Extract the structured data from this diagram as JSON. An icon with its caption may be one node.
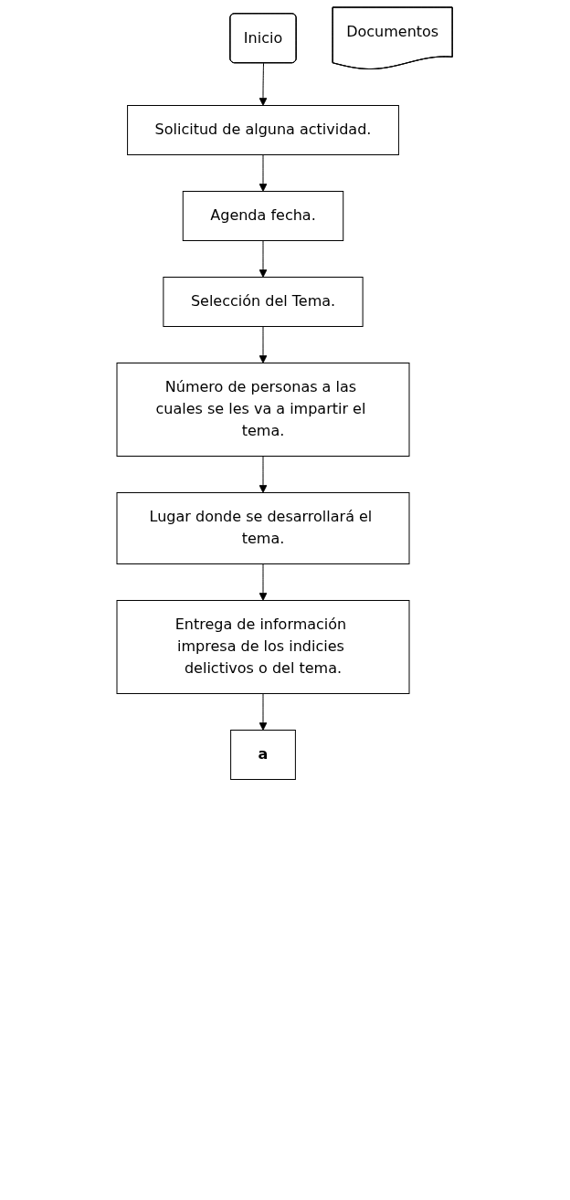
{
  "diagram": {
    "nodes": [
      {
        "text": [
          "Inicio"
        ]
      },
      {
        "text": [
          "Solicitud de alguna actividad."
        ]
      },
      {
        "text": [
          "Agenda fecha."
        ]
      },
      {
        "text": [
          "Selección del Tema."
        ]
      },
      {
        "text": [
          "Número de personas a las cuales se les va a impartir el tema."
        ]
      },
      {
        "text": [
          "Lugar donde se desarrollará el tema."
        ]
      },
      {
        "text": [
          "Entrega de información impresa de los indicies delictivos o del tema."
        ]
      },
      {
        "text": [
          "a"
        ]
      },
      {
        "text": [
          "Documentos"
        ]
      }
    ],
    "edges": [
      {
        "from": 0,
        "to": 1,
        "arrow": "to"
      },
      {
        "from": 1,
        "to": 2,
        "arrow": "to"
      },
      {
        "from": 2,
        "to": 3,
        "arrow": "to"
      },
      {
        "from": 3,
        "to": 4,
        "arrow": "to"
      },
      {
        "from": 4,
        "to": 5,
        "arrow": "to"
      },
      {
        "from": 5,
        "to": 6,
        "arrow": "to"
      },
      {
        "from": 6,
        "to": 7,
        "arrow": "to"
      }
    ]
  }
}
